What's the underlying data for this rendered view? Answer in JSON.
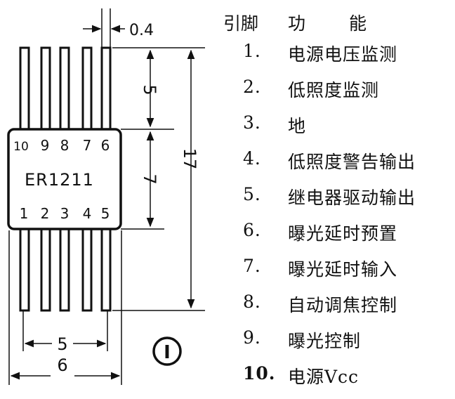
{
  "diagram": {
    "dimension_labels": {
      "lead_width": "0.4",
      "lead_length": "5",
      "body_height": "7",
      "overall_height": "17",
      "pin_span": "5",
      "overall_width": "6"
    },
    "chip": {
      "name": "ER1211",
      "top_pins": [
        "10",
        "9",
        "8",
        "7",
        "6"
      ],
      "bottom_pins": [
        "1",
        "2",
        "3",
        "4",
        "5"
      ]
    },
    "figure_marker": "I"
  },
  "pin_table": {
    "header_pin": "引脚",
    "header_func": "功　　能",
    "rows": [
      {
        "num": "1.",
        "func": "电源电压监测"
      },
      {
        "num": "2.",
        "func": "低照度监测"
      },
      {
        "num": "3.",
        "func": "地"
      },
      {
        "num": "4.",
        "func": "低照度警告输出"
      },
      {
        "num": "5.",
        "func": "继电器驱动输出"
      },
      {
        "num": "6.",
        "func": "曝光延时预置"
      },
      {
        "num": "7.",
        "func": "曝光延时输入"
      },
      {
        "num": "8.",
        "func": "自动调焦控制"
      },
      {
        "num": "9.",
        "func": "曝光控制"
      },
      {
        "num": "10.",
        "func": "电源Vcc"
      }
    ]
  }
}
